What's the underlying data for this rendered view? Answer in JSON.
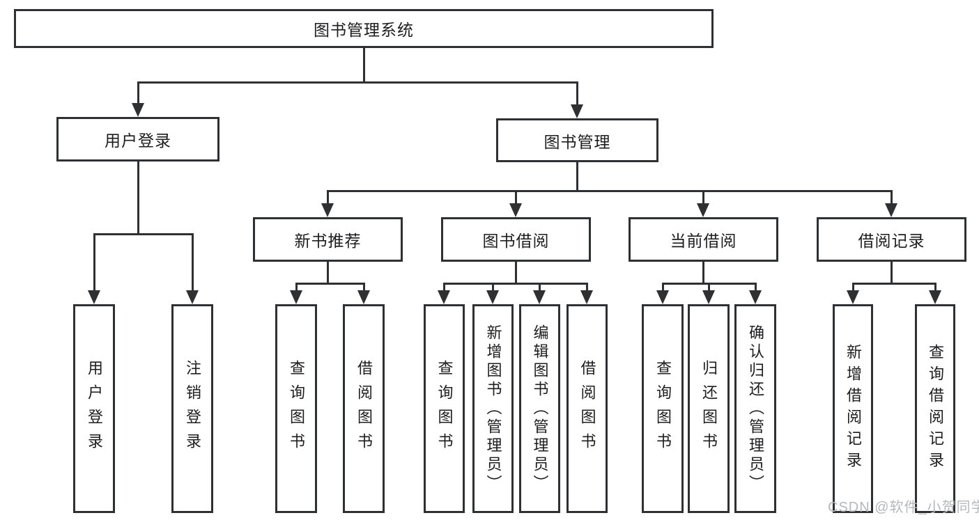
{
  "diagram": {
    "root": {
      "label": "图书管理系统"
    },
    "branches": [
      {
        "label": "用户登录",
        "children": [
          {
            "label": "用户登录"
          },
          {
            "label": "注销登录"
          }
        ]
      },
      {
        "label": "图书管理",
        "children": [
          {
            "label": "新书推荐",
            "children": [
              {
                "label": "查询图书"
              },
              {
                "label": "借阅图书"
              }
            ]
          },
          {
            "label": "图书借阅",
            "children": [
              {
                "label": "查询图书"
              },
              {
                "label": "新增图书（管理员）"
              },
              {
                "label": "编辑图书（管理员）"
              },
              {
                "label": "借阅图书"
              }
            ]
          },
          {
            "label": "当前借阅",
            "children": [
              {
                "label": "查询图书"
              },
              {
                "label": "归还图书"
              },
              {
                "label": "确认归还（管理员）"
              }
            ]
          },
          {
            "label": "借阅记录",
            "children": [
              {
                "label": "新增借阅记录"
              },
              {
                "label": "查询借阅记录"
              }
            ]
          }
        ]
      }
    ]
  },
  "watermark": {
    "text": "CSDN @软件_小贺同学"
  },
  "colors": {
    "line": "#2f3032",
    "text": "#1d1d1f",
    "watermark": "#b5b8bb",
    "background": "#ffffff"
  }
}
